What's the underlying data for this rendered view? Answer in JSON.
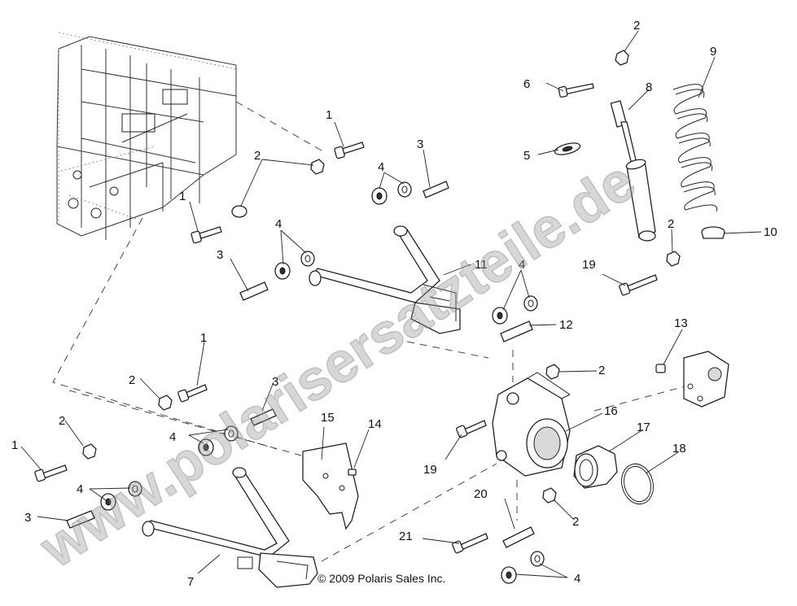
{
  "copyright": "© 2009 Polaris Sales Inc.",
  "watermark": "www.polarisersatzteile.de",
  "callouts": [
    {
      "id": "c1a",
      "text": "1"
    },
    {
      "id": "c1b",
      "text": "1"
    },
    {
      "id": "c1c",
      "text": "1"
    },
    {
      "id": "c1d",
      "text": "1"
    },
    {
      "id": "c2a",
      "text": "2"
    },
    {
      "id": "c2b",
      "text": "2"
    },
    {
      "id": "c2c",
      "text": "2"
    },
    {
      "id": "c2d",
      "text": "2"
    },
    {
      "id": "c2e",
      "text": "2"
    },
    {
      "id": "c2f",
      "text": "2"
    },
    {
      "id": "c2g",
      "text": "2"
    },
    {
      "id": "c3a",
      "text": "3"
    },
    {
      "id": "c3b",
      "text": "3"
    },
    {
      "id": "c3c",
      "text": "3"
    },
    {
      "id": "c3d",
      "text": "3"
    },
    {
      "id": "c4a",
      "text": "4"
    },
    {
      "id": "c4b",
      "text": "4"
    },
    {
      "id": "c4c",
      "text": "4"
    },
    {
      "id": "c4d",
      "text": "4"
    },
    {
      "id": "c4e",
      "text": "4"
    },
    {
      "id": "c4f",
      "text": "4"
    },
    {
      "id": "c5",
      "text": "5"
    },
    {
      "id": "c6",
      "text": "6"
    },
    {
      "id": "c7",
      "text": "7"
    },
    {
      "id": "c8",
      "text": "8"
    },
    {
      "id": "c9",
      "text": "9"
    },
    {
      "id": "c10",
      "text": "10"
    },
    {
      "id": "c11",
      "text": "11"
    },
    {
      "id": "c12",
      "text": "12"
    },
    {
      "id": "c13",
      "text": "13"
    },
    {
      "id": "c14",
      "text": "14"
    },
    {
      "id": "c15",
      "text": "15"
    },
    {
      "id": "c16",
      "text": "16"
    },
    {
      "id": "c17",
      "text": "17"
    },
    {
      "id": "c18",
      "text": "18"
    },
    {
      "id": "c19a",
      "text": "19"
    },
    {
      "id": "c19b",
      "text": "19"
    },
    {
      "id": "c20",
      "text": "20"
    },
    {
      "id": "c21",
      "text": "21"
    }
  ]
}
